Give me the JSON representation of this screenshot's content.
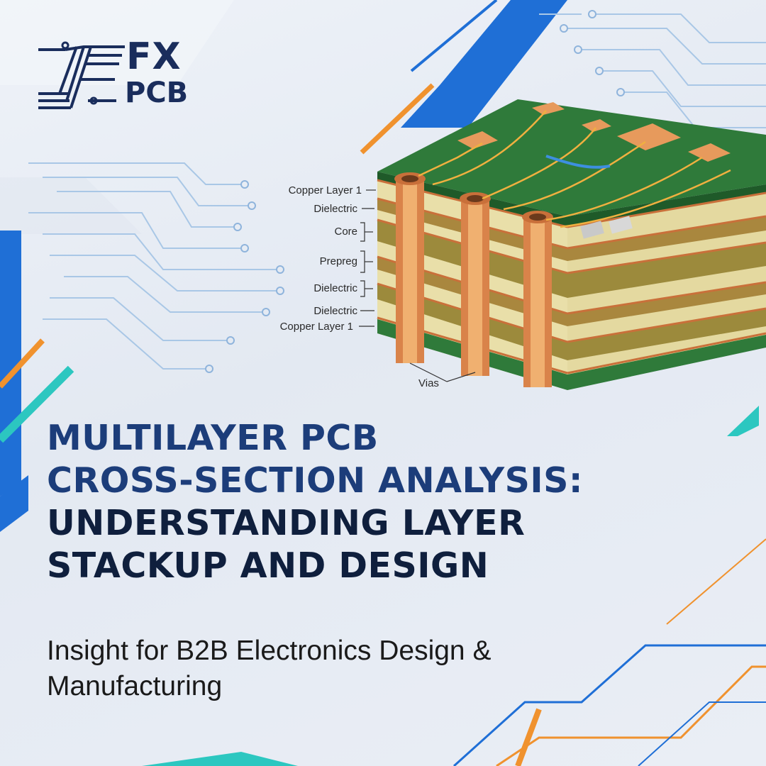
{
  "logo": {
    "line1": "FX",
    "line2": "PCB"
  },
  "diagram": {
    "layer_labels": [
      "Copper Layer 1",
      "Dielectric",
      "Core",
      "Prepreg",
      "Dielectric",
      "Dielectric",
      "Copper Layer 1"
    ],
    "vias_label": "Vias"
  },
  "headline": {
    "line1": "MULTILAYER PCB",
    "line2": "CROSS-SECTION ANALYSIS:",
    "line3": "UNDERSTANDING LAYER",
    "line4": "STACKUP AND DESIGN"
  },
  "subtitle": "Insight for B2B Electronics Design & Manufacturing",
  "colors": {
    "navy": "#1c3d7a",
    "dark_navy": "#0f1f3d",
    "accent_blue": "#1f6fd6",
    "accent_orange": "#f0922e",
    "accent_teal": "#2cc7c0",
    "pcb_green": "#2f7a3a",
    "copper": "#d9834a"
  }
}
